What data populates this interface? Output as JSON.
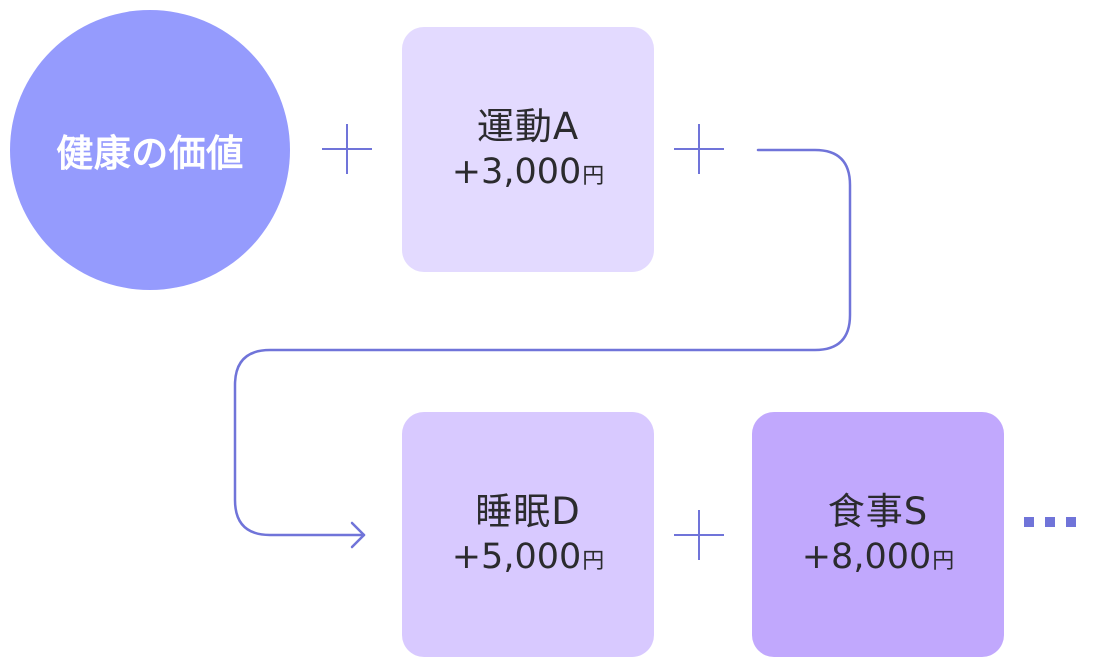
{
  "root": {
    "label": "健康の価値"
  },
  "cards": [
    {
      "name": "運動A",
      "price": "+3,000",
      "unit": "円"
    },
    {
      "name": "睡眠D",
      "price": "+5,000",
      "unit": "円"
    },
    {
      "name": "食事S",
      "price": "+8,000",
      "unit": "円"
    }
  ],
  "colors": {
    "circle": "#959bfd",
    "card_exercise": "#e3daff",
    "card_sleep": "#d8c9ff",
    "card_meal": "#c1a8fd",
    "accent": "#7074d9"
  },
  "icons": {
    "plus": "plus-icon",
    "arrow": "arrow-right-icon",
    "more": "ellipsis-icon"
  }
}
